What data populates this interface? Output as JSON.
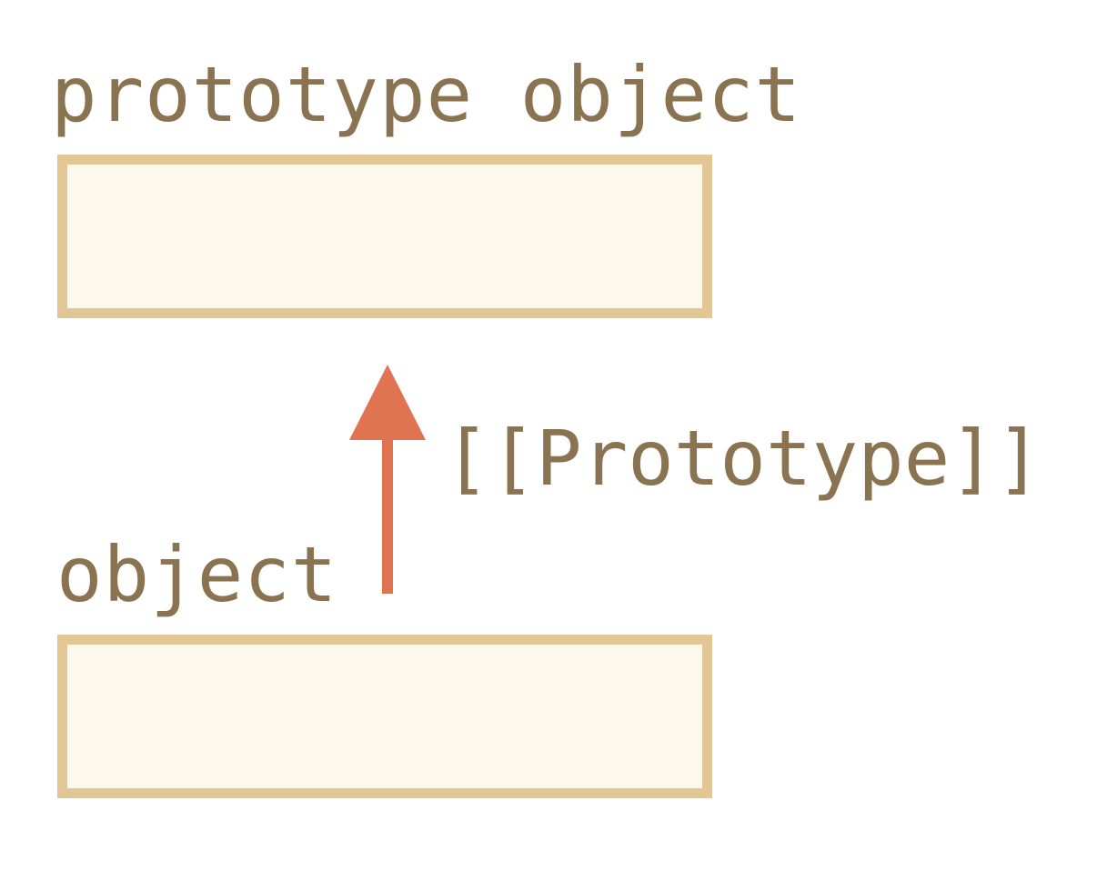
{
  "diagram": {
    "prototype_label": "prototype object",
    "object_label": "object",
    "link_label": "[[Prototype]]"
  },
  "colors": {
    "text": "#8a7350",
    "box_border": "#e2c795",
    "box_fill": "#fdf7ec",
    "arrow": "#e07352"
  }
}
